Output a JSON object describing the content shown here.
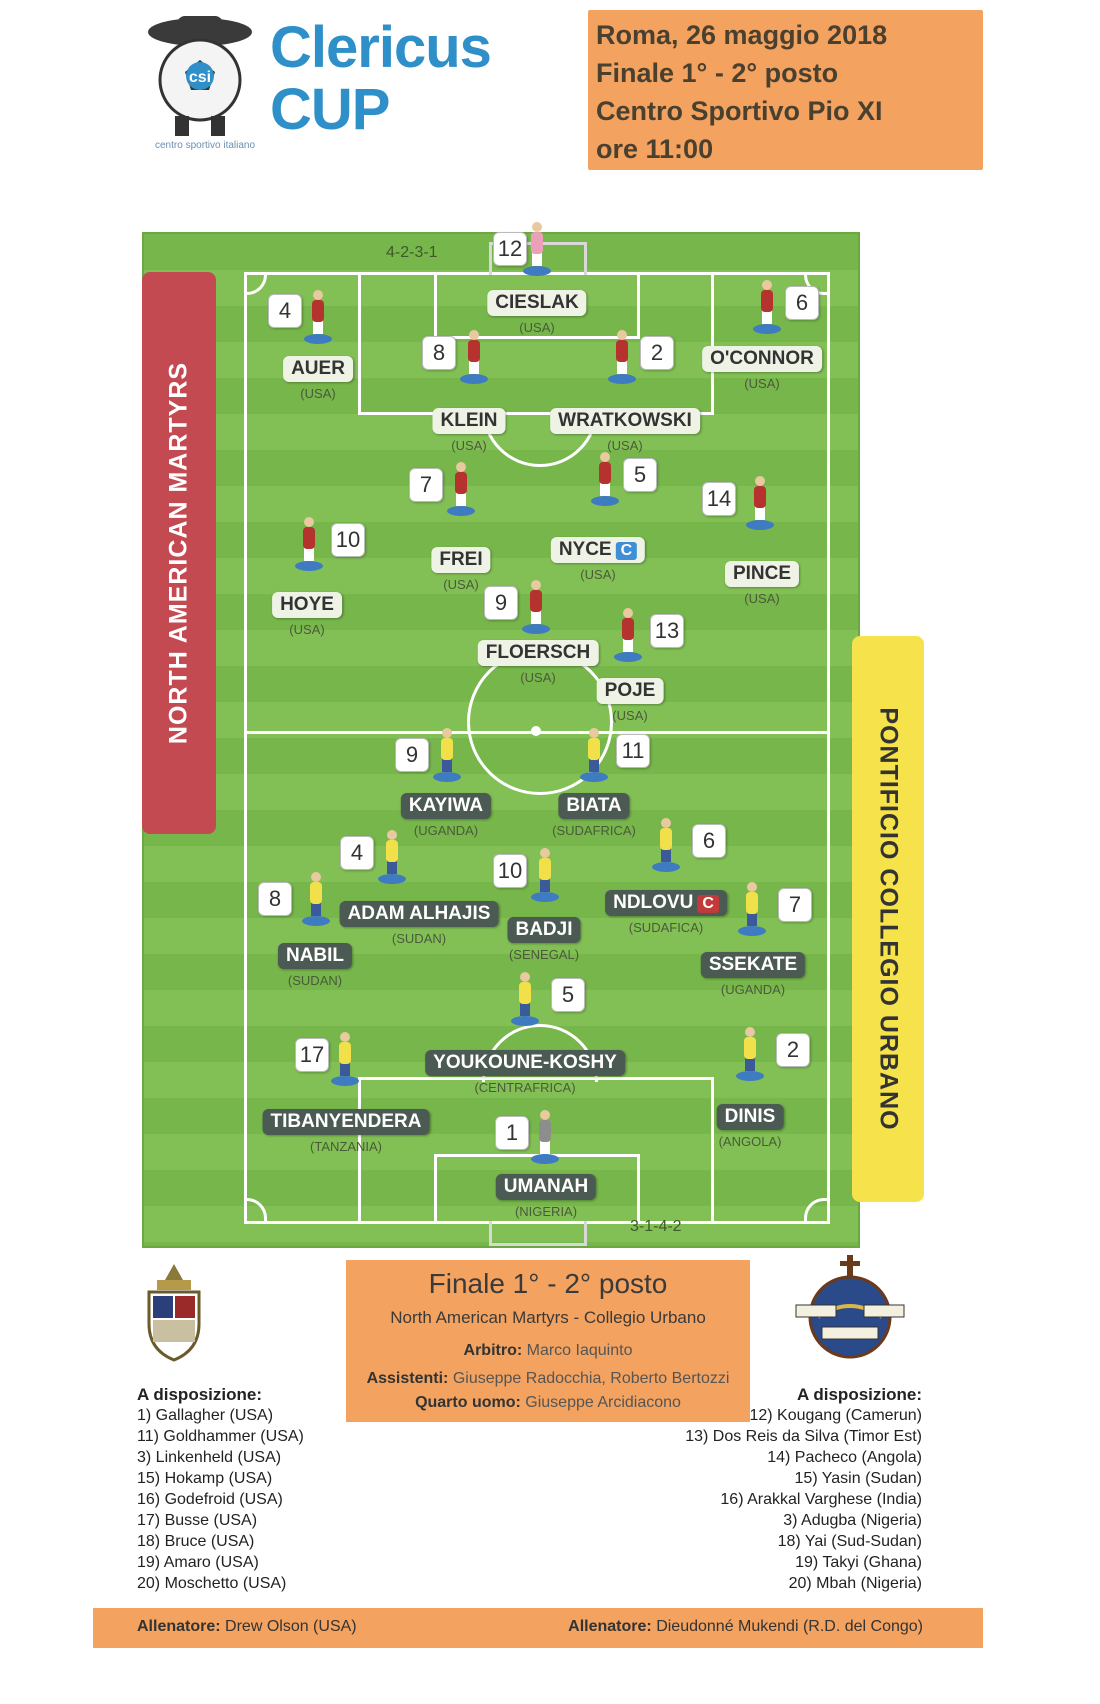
{
  "logo": {
    "line1": "Clericus",
    "line2": "CUP",
    "sub": "centro sportivo italiano",
    "ball_text": "csi"
  },
  "info": {
    "date": "Roma, 26 maggio 2018",
    "stage": "Finale 1° - 2° posto",
    "venue": "Centro Sportivo Pio XI",
    "time": "ore 11:00"
  },
  "pitch": {
    "formation_top": "4-2-3-1",
    "formation_bottom": "3-1-4-2",
    "team_left": "NORTH AMERICAN MARTYRS",
    "team_right": "PONTIFICIO COLLEGIO URBANO"
  },
  "captain_mark": "C",
  "players_top": [
    {
      "num": "12",
      "name": "CIESLAK",
      "country": "(USA)"
    },
    {
      "num": "4",
      "name": "AUER",
      "country": "(USA)"
    },
    {
      "num": "8",
      "name": "KLEIN",
      "country": "(USA)"
    },
    {
      "num": "2",
      "name": "WRATKOWSKI",
      "country": "(USA)"
    },
    {
      "num": "6",
      "name": "O'CONNOR",
      "country": "(USA)"
    },
    {
      "num": "7",
      "name": "FREI",
      "country": "(USA)"
    },
    {
      "num": "5",
      "name": "NYCE",
      "country": "(USA)"
    },
    {
      "num": "14",
      "name": "PINCE",
      "country": "(USA)"
    },
    {
      "num": "10",
      "name": "HOYE",
      "country": "(USA)"
    },
    {
      "num": "9",
      "name": "FLOERSCH",
      "country": "(USA)"
    },
    {
      "num": "13",
      "name": "POJE",
      "country": "(USA)"
    }
  ],
  "players_bottom": [
    {
      "num": "9",
      "name": "KAYIWA",
      "country": "(UGANDA)"
    },
    {
      "num": "11",
      "name": "BIATA",
      "country": "(SUDAFRICA)"
    },
    {
      "num": "4",
      "name": "ADAM ALHAJIS",
      "country": "(SUDAN)"
    },
    {
      "num": "10",
      "name": "BADJI",
      "country": "(SENEGAL)"
    },
    {
      "num": "6",
      "name": "NDLOVU",
      "country": "(SUDAFICA)"
    },
    {
      "num": "8",
      "name": "NABIL",
      "country": "(SUDAN)"
    },
    {
      "num": "7",
      "name": "SSEKATE",
      "country": "(UGANDA)"
    },
    {
      "num": "5",
      "name": "YOUKOUNE-KOSHY",
      "country": "(CENTRAFRICA)"
    },
    {
      "num": "17",
      "name": "TIBANYENDERA",
      "country": "(TANZANIA)"
    },
    {
      "num": "2",
      "name": "DINIS",
      "country": "(ANGOLA)"
    },
    {
      "num": "1",
      "name": "UMANAH",
      "country": "(NIGERIA)"
    }
  ],
  "final": {
    "title": "Finale 1° - 2° posto",
    "match": "North American Martyrs - Collegio Urbano",
    "referee_label": "Arbitro:",
    "referee": "Marco Iaquinto",
    "assistants_label": "Assistenti:",
    "assistants": "Giuseppe Radocchia, Roberto Bertozzi",
    "fourth_label": "Quarto uomo:",
    "fourth": "Giuseppe Arcidiacono"
  },
  "bench_left": {
    "header": "A disposizione:",
    "items": [
      "1) Gallagher (USA)",
      "11) Goldhammer (USA)",
      "3) Linkenheld (USA)",
      "15) Hokamp (USA)",
      "16) Godefroid (USA)",
      "17) Busse (USA)",
      "18) Bruce (USA)",
      "19) Amaro (USA)",
      "20) Moschetto (USA)"
    ]
  },
  "bench_right": {
    "header": "A disposizione:",
    "items": [
      "12) Kougang (Camerun)",
      "13) Dos Reis da Silva (Timor Est)",
      "14) Pacheco (Angola)",
      "15) Yasin (Sudan)",
      "16) Arakkal Varghese (India)",
      "3) Adugba (Nigeria)",
      "18) Yai (Sud-Sudan)",
      "19) Takyi (Ghana)",
      "20) Mbah (Nigeria)"
    ]
  },
  "coaches": {
    "left_label": "Allenatore:",
    "left": "Drew Olson (USA)",
    "right_label": "Allenatore:",
    "right": "Dieudonné Mukendi (R.D. del Congo)"
  },
  "colors": {
    "orange": "#f3a25f",
    "red_team": "#c44a52",
    "yellow_team": "#f6e24a",
    "pitch_green": "#76b64a"
  }
}
